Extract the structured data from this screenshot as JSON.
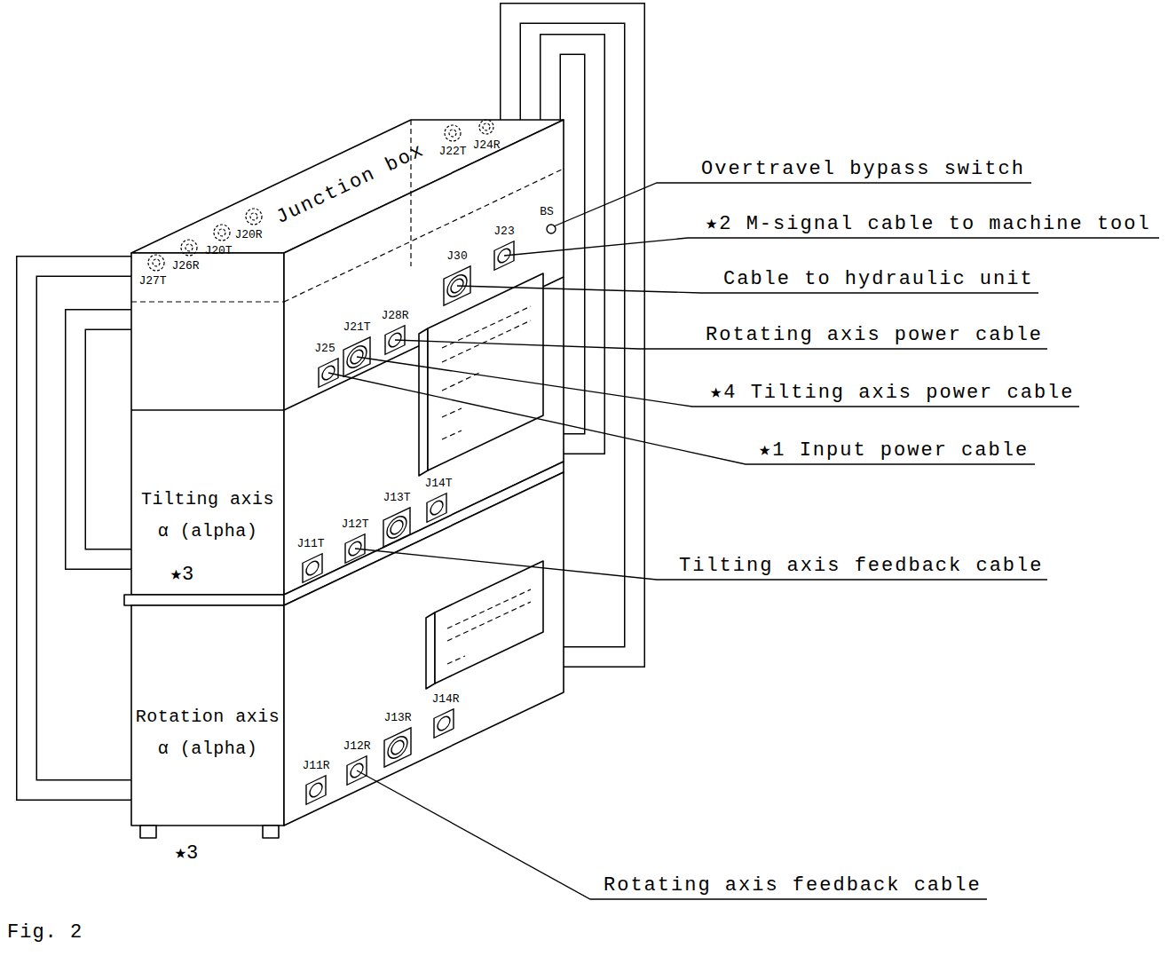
{
  "diagram": {
    "caption": "Fig. 2",
    "nodes": [
      {
        "text": [
          "Junction box"
        ]
      },
      {
        "text": [
          "Tilting axis α (alpha)"
        ]
      },
      {
        "text": [
          "Rotation axis α (alpha)"
        ]
      }
    ],
    "edges": [
      {
        "from": 0,
        "to": 1,
        "arrow": "none"
      },
      {
        "from": 0,
        "to": 2,
        "arrow": "none"
      },
      {
        "from": 0,
        "to": 1,
        "arrow": "none"
      },
      {
        "from": 0,
        "to": 2,
        "arrow": "none"
      }
    ],
    "labels": [
      "J27T",
      "J26R",
      "J20T",
      "J20R",
      "J22T",
      "J24R",
      "BS",
      "J30",
      "J23",
      "J21T",
      "J28R",
      "J25",
      "J11T",
      "J12T",
      "J13T",
      "J14T",
      "J11R",
      "J12R",
      "J13R",
      "J14R",
      "★3",
      "★3",
      "Overtravel bypass switch",
      "★2 M-signal cable to machine tool",
      "Cable to hydraulic unit",
      "Rotating axis power cable",
      "★4 Tilting axis power cable",
      "★1 Input power cable",
      "Tilting axis feedback cable",
      "Rotating axis feedback cable"
    ]
  }
}
